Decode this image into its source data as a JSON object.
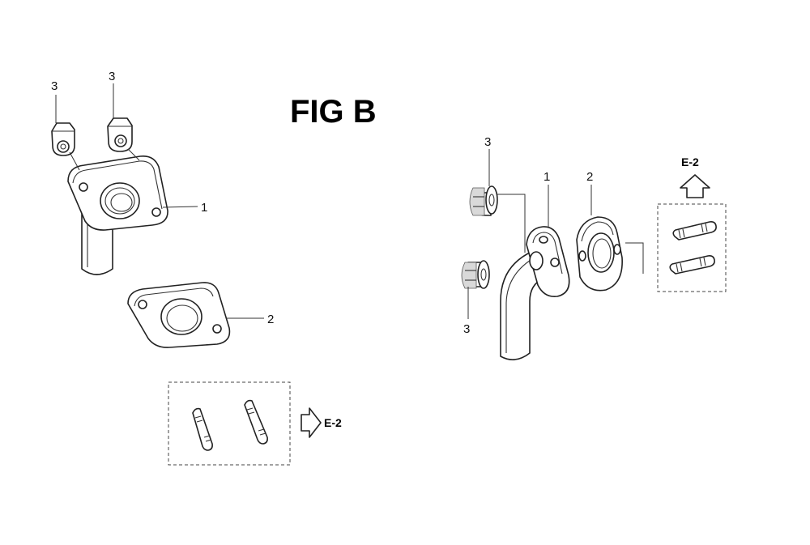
{
  "title": "FIG B",
  "left_view": {
    "callouts": {
      "bolt_a": "3",
      "bolt_b": "3",
      "flange_pipe": "1",
      "gasket": "2"
    },
    "stud_reference": "E-2"
  },
  "right_view": {
    "callouts": {
      "bolt_top": "3",
      "bolt_bottom": "3",
      "flange_pipe": "1",
      "gasket": "2"
    },
    "stud_reference": "E-2"
  }
}
